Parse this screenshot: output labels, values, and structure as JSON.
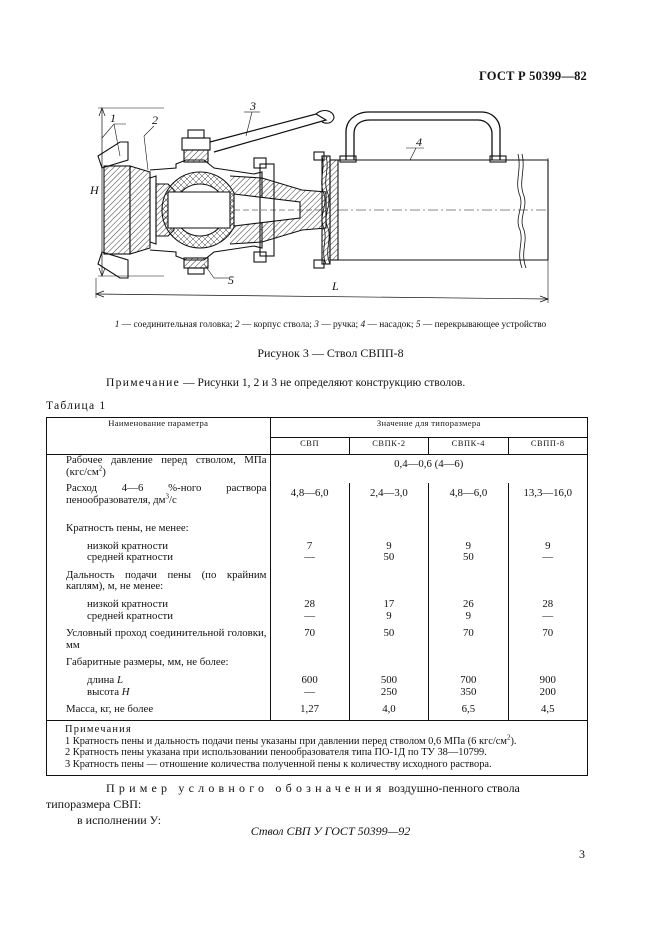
{
  "header": {
    "standard": "ГОСТ Р 50399—82"
  },
  "figure": {
    "labels": {
      "p1": "1",
      "p2": "2",
      "p3": "3",
      "p4": "4",
      "p5": "5",
      "dim_h": "H",
      "dim_l": "L"
    },
    "legend": [
      {
        "num": "1",
        "text": " — соединительная головка; "
      },
      {
        "num": "2",
        "text": " — корпус ствола; "
      },
      {
        "num": "3",
        "text": " — ручка; "
      },
      {
        "num": "4",
        "text": " — насадок; "
      },
      {
        "num": "5",
        "text": " — перекрывающее устройство"
      }
    ],
    "title": "Рисунок 3 — Ствол СВПП-8"
  },
  "note": {
    "label": "Примечание",
    "text": " — Рисунки 1, 2 и 3 не определяют конструкцию стволов."
  },
  "table": {
    "label": "Таблица 1",
    "param_header": "Наименование параметра",
    "value_header": "Значение для типоразмера",
    "columns": [
      "СВП",
      "СВПК-2",
      "СВПК-4",
      "СВПП-8"
    ],
    "rows": {
      "pressure": {
        "name": "Рабочее давление перед стволом, МПа (кгс/см",
        "sup": "2",
        "tail": ")",
        "value": "0,4—0,6 (4—6)"
      },
      "flow": {
        "name": "Расход 4—6 %-ного раствора пенообразователя, дм",
        "sup": "3",
        "tail": "/с",
        "values": [
          "4,8—6,0",
          "2,4—3,0",
          "4,8—6,0",
          "13,3—16,0"
        ]
      },
      "ratio_title": "Кратность пены, не менее:",
      "ratio_low": {
        "name": "низкой кратности",
        "values": [
          "7",
          "9",
          "9",
          "9"
        ]
      },
      "ratio_mid": {
        "name": "средней кратности",
        "values": [
          "—",
          "50",
          "50",
          "—"
        ]
      },
      "range_title": "Дальность подачи пены (по крайним каплям), м, не менее:",
      "range_low": {
        "name": "низкой кратности",
        "values": [
          "28",
          "17",
          "26",
          "28"
        ]
      },
      "range_mid": {
        "name": "средней кратности",
        "values": [
          "—",
          "9",
          "9",
          "—"
        ]
      },
      "bore": {
        "name": "Условный проход соединительной головки, мм",
        "values": [
          "70",
          "50",
          "70",
          "70"
        ]
      },
      "dims_title": "Габаритные размеры, мм, не более:",
      "length": {
        "name": "длина ",
        "sym": "L",
        "values": [
          "600",
          "500",
          "700",
          "900"
        ]
      },
      "height": {
        "name": "высота ",
        "sym": "H",
        "values": [
          "—",
          "250",
          "350",
          "200"
        ]
      },
      "mass": {
        "name": "Масса, кг, не более",
        "values": [
          "1,27",
          "4,0",
          "6,5",
          "4,5"
        ]
      }
    },
    "notes": {
      "title": "Примечания",
      "n1": {
        "text": "1  Кратность пены и дальность подачи пены указаны при давлении перед стволом 0,6 МПа (6 кгс/см",
        "sup": "2",
        "tail": ")."
      },
      "n2": "2  Кратность пены указана при использовании пенообразователя типа ПО-1Д по ТУ 38—10799.",
      "n3": "3  Кратность пены — отношение количества полученной пены к количеству исходного раствора."
    }
  },
  "example": {
    "lead": "Пример условного обозначения",
    "rest": " воздушно-пенного ствола типоразмера СВП:",
    "variant": "в исполнении У:",
    "designation": "Ствол СВП У ГОСТ 50399—92"
  },
  "page_number": "3"
}
